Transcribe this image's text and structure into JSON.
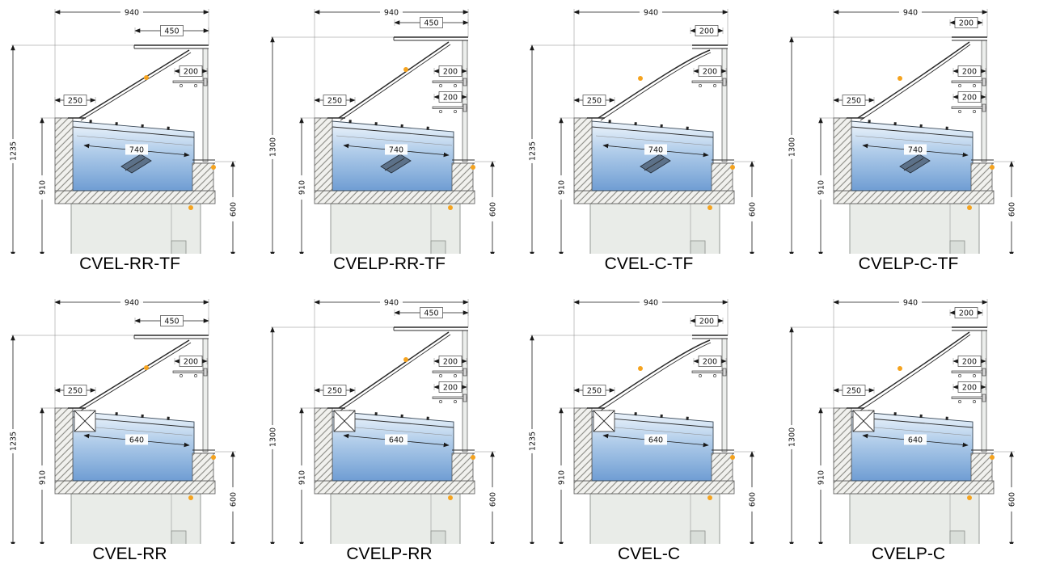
{
  "colors": {
    "marker_orange": "#f5a31f",
    "basin_light": "#f0f6fc",
    "basin_mid": "#aecbe9",
    "basin_deep": "#6f9dd3",
    "line": "#1a1a1a"
  },
  "panels": [
    {
      "title": "CVEL-RR-TF",
      "variant": {
        "glass": "straight",
        "shelves": 1,
        "tall": false,
        "unit": "coil"
      },
      "dims": {
        "total_width": "940",
        "canopy_width": "450",
        "left_depth": "250",
        "shelves": [
          "200"
        ],
        "deck_depth": "740",
        "total_height": "1235",
        "front_height": "910",
        "rear_height": "600"
      }
    },
    {
      "title": "CVELP-RR-TF",
      "variant": {
        "glass": "straight",
        "shelves": 2,
        "tall": true,
        "unit": "coil"
      },
      "dims": {
        "total_width": "940",
        "canopy_width": "450",
        "left_depth": "250",
        "shelves": [
          "200",
          "200"
        ],
        "deck_depth": "740",
        "total_height": "1300",
        "front_height": "910",
        "rear_height": "600"
      }
    },
    {
      "title": "CVEL-C-TF",
      "variant": {
        "glass": "curved",
        "shelves": 1,
        "tall": false,
        "unit": "coil"
      },
      "dims": {
        "total_width": "940",
        "canopy_width": "200",
        "left_depth": "250",
        "shelves": [
          "200"
        ],
        "deck_depth": "740",
        "total_height": "1235",
        "front_height": "910",
        "rear_height": "600"
      }
    },
    {
      "title": "CVELP-C-TF",
      "variant": {
        "glass": "curved",
        "shelves": 2,
        "tall": true,
        "unit": "coil"
      },
      "dims": {
        "total_width": "940",
        "canopy_width": "200",
        "left_depth": "250",
        "shelves": [
          "200",
          "200"
        ],
        "deck_depth": "740",
        "total_height": "1300",
        "front_height": "910",
        "rear_height": "600"
      }
    },
    {
      "title": "CVEL-RR",
      "variant": {
        "glass": "straight",
        "shelves": 1,
        "tall": false,
        "unit": "xbox"
      },
      "dims": {
        "total_width": "940",
        "canopy_width": "450",
        "left_depth": "250",
        "shelves": [
          "200"
        ],
        "deck_depth": "640",
        "total_height": "1235",
        "front_height": "910",
        "rear_height": "600"
      }
    },
    {
      "title": "CVELP-RR",
      "variant": {
        "glass": "straight",
        "shelves": 2,
        "tall": true,
        "unit": "xbox"
      },
      "dims": {
        "total_width": "940",
        "canopy_width": "450",
        "left_depth": "250",
        "shelves": [
          "200",
          "200"
        ],
        "deck_depth": "640",
        "total_height": "1300",
        "front_height": "910",
        "rear_height": "600"
      }
    },
    {
      "title": "CVEL-C",
      "variant": {
        "glass": "curved",
        "shelves": 1,
        "tall": false,
        "unit": "xbox"
      },
      "dims": {
        "total_width": "940",
        "canopy_width": "200",
        "left_depth": "250",
        "shelves": [
          "200"
        ],
        "deck_depth": "640",
        "total_height": "1235",
        "front_height": "910",
        "rear_height": "600"
      }
    },
    {
      "title": "CVELP-C",
      "variant": {
        "glass": "curved",
        "shelves": 2,
        "tall": true,
        "unit": "xbox"
      },
      "dims": {
        "total_width": "940",
        "canopy_width": "200",
        "left_depth": "250",
        "shelves": [
          "200",
          "200"
        ],
        "deck_depth": "640",
        "total_height": "1300",
        "front_height": "910",
        "rear_height": "600"
      }
    }
  ]
}
